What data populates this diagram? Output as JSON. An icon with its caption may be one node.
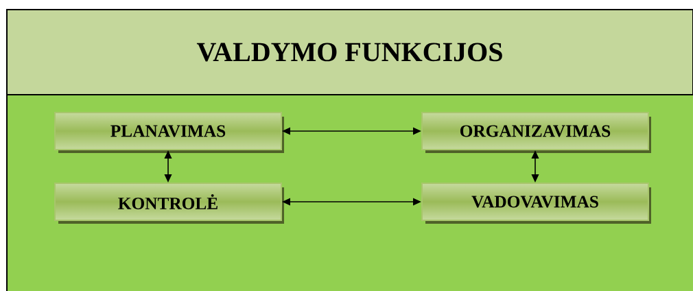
{
  "diagram": {
    "title": "VALDYMO FUNKCIJOS",
    "nodes": [
      {
        "text": [
          "PLANAVIMAS"
        ]
      },
      {
        "text": [
          "ORGANIZAVIMAS"
        ]
      },
      {
        "text": [
          "KONTROLĖ"
        ]
      },
      {
        "text": [
          "VADOVAVIMAS"
        ]
      }
    ],
    "edges": [
      {
        "from": 0,
        "to": 1,
        "arrow": "both"
      },
      {
        "from": 0,
        "to": 2,
        "arrow": "both"
      },
      {
        "from": 1,
        "to": 3,
        "arrow": "both"
      },
      {
        "from": 2,
        "to": 3,
        "arrow": "both"
      }
    ]
  }
}
